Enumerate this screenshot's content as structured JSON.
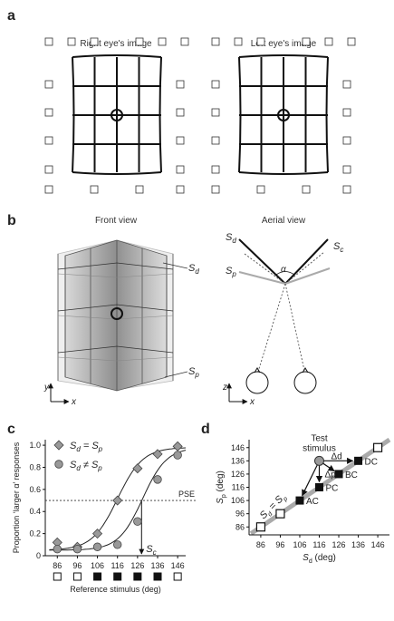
{
  "panels": {
    "a": {
      "label": "a",
      "right_title": "Right eye's image",
      "left_title": "Left eye's image"
    },
    "b": {
      "label": "b",
      "front_title": "Front view",
      "aerial_title": "Aerial view",
      "front_labels": {
        "sd": "S",
        "sd_sub": "d",
        "sp": "S",
        "sp_sub": "p",
        "y": "y",
        "x": "x"
      },
      "aerial_labels": {
        "sd": "S",
        "sd_sub": "d",
        "sc": "S",
        "sc_sub": "c",
        "sp": "S",
        "sp_sub": "p",
        "alpha": "α",
        "z": "z",
        "x": "x"
      }
    },
    "c": {
      "label": "c",
      "legend": [
        {
          "name": "S",
          "sub1": "d",
          "rel": " = S",
          "sub2": "p"
        },
        {
          "name": "S",
          "sub1": "d",
          "rel": " ≠ S",
          "sub2": "p"
        }
      ],
      "pse_label": "PSE",
      "sc_label": "S",
      "sc_sub": "c"
    },
    "d": {
      "label": "d",
      "test_stimulus": [
        "Test",
        "stimulus"
      ],
      "delta_d": "Δd",
      "delta_p": "Δp",
      "diag_label": "S",
      "diag_sub1": "d",
      "diag_mid": " = S",
      "diag_sub2": "p",
      "points": [
        {
          "name": "DC",
          "x": 136,
          "y": 136
        },
        {
          "name": "BC",
          "x": 126,
          "y": 126
        },
        {
          "name": "PC",
          "x": 116,
          "y": 116
        },
        {
          "name": "AC",
          "x": 106,
          "y": 106
        }
      ]
    }
  },
  "chart_data": [
    {
      "type": "scatter",
      "panel": "c",
      "xlabel": "Reference stimulus  (deg)",
      "ylabel": "Proportion ‘larger α’ responses",
      "xticks": [
        86,
        96,
        106,
        116,
        126,
        136,
        146
      ],
      "yticks": [
        0,
        0.2,
        0.4,
        0.6,
        0.8,
        1.0
      ],
      "ytick_labels": [
        "0",
        "0.2",
        "0.4",
        "0.6",
        "0.8",
        "1.0"
      ],
      "xlim": [
        80,
        150
      ],
      "ylim": [
        0,
        1.05
      ],
      "pse": 0.5,
      "sc": 128,
      "marker_types": [
        "open",
        "open",
        "filled",
        "filled",
        "filled",
        "filled",
        "open"
      ],
      "series": [
        {
          "name": "Sd = Sp",
          "marker": "diamond",
          "color": "#999999",
          "x": [
            86,
            96,
            106,
            116,
            126,
            136,
            146
          ],
          "y": [
            0.12,
            0.08,
            0.2,
            0.5,
            0.79,
            0.92,
            0.99
          ]
        },
        {
          "name": "Sd ≠ Sp",
          "marker": "circle",
          "color": "#999999",
          "x": [
            86,
            96,
            106,
            116,
            126,
            136,
            146
          ],
          "y": [
            0.06,
            0.06,
            0.08,
            0.1,
            0.31,
            0.69,
            0.91
          ]
        }
      ]
    },
    {
      "type": "scatter",
      "panel": "d",
      "xlabel": "S",
      "xlabel_sub": "d",
      "xlabel_unit": " (deg)",
      "ylabel": "S",
      "ylabel_sub": "p",
      "ylabel_unit": " (deg)",
      "xticks": [
        86,
        96,
        106,
        116,
        126,
        136,
        146
      ],
      "yticks": [
        86,
        96,
        106,
        116,
        126,
        136,
        146
      ],
      "xlim": [
        80,
        152
      ],
      "ylim": [
        80,
        152
      ],
      "test": {
        "x": 116,
        "y": 136
      },
      "open_points": [
        {
          "x": 86,
          "y": 86
        },
        {
          "x": 96,
          "y": 96
        },
        {
          "x": 146,
          "y": 146
        }
      ]
    }
  ]
}
